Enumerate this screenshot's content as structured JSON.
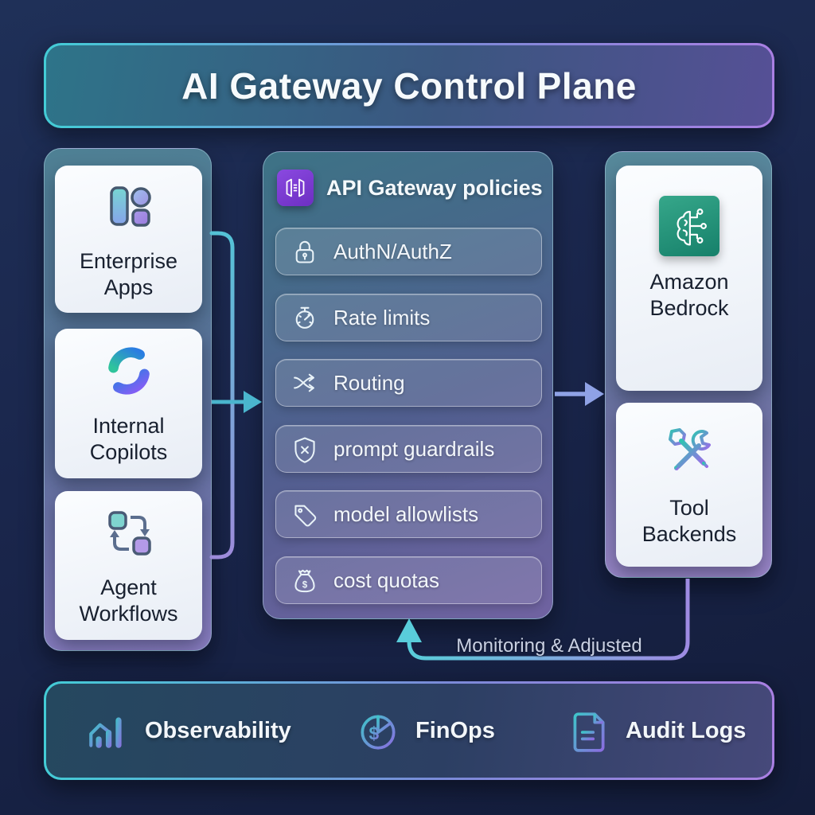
{
  "title": "AI Gateway Control Plane",
  "left_column": {
    "items": [
      {
        "label": "Enterprise Apps",
        "icon": "apps-grid-icon"
      },
      {
        "label": "Internal Copilots",
        "icon": "copilot-icon"
      },
      {
        "label": "Agent Workflows",
        "icon": "workflow-cycle-icon"
      }
    ]
  },
  "gateway_panel": {
    "title": "API Gateway policies",
    "icon": "api-gateway-icon",
    "policies": [
      {
        "label": "AuthN/AuthZ",
        "icon": "lock-icon"
      },
      {
        "label": "Rate limits",
        "icon": "stopwatch-icon"
      },
      {
        "label": "Routing",
        "icon": "shuffle-icon"
      },
      {
        "label": "prompt guardrails",
        "icon": "shield-x-icon"
      },
      {
        "label": "model allowlists",
        "icon": "tag-icon"
      },
      {
        "label": "cost quotas",
        "icon": "money-bag-icon"
      }
    ]
  },
  "right_column": {
    "items": [
      {
        "label": "Amazon Bedrock",
        "icon": "bedrock-icon"
      },
      {
        "label": "Tool Backends",
        "icon": "tools-icon"
      }
    ]
  },
  "feedback": {
    "label": "Monitoring & Adjusted"
  },
  "footer": {
    "items": [
      {
        "label": "Observability",
        "icon": "bar-chart-icon"
      },
      {
        "label": "FinOps",
        "icon": "pie-dollar-icon"
      },
      {
        "label": "Audit Logs",
        "icon": "document-icon"
      }
    ]
  },
  "colors": {
    "background": "#1a264c",
    "accent_teal": "#4fc3d4",
    "accent_purple": "#9b7fe0",
    "arrow_teal": "#4ab5cd",
    "arrow_periwinkle": "#8fa2e6",
    "card_text": "#18202f",
    "panel_text": "#f3f7fb",
    "bedrock_green": "#1f8a6f",
    "gateway_purple": "#7b3bd0"
  }
}
